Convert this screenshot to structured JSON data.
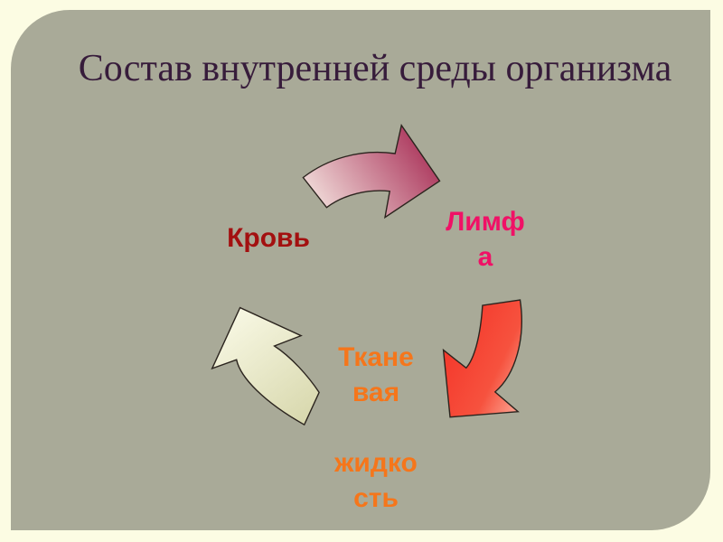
{
  "page": {
    "background_color": "#FCFCE3"
  },
  "slide": {
    "title": "Состав внутренней среды организма",
    "title_color": "#371C3B",
    "background_color": "#A9AA98",
    "rounded_corners": "top-left and bottom-right"
  },
  "diagram": {
    "type": "cycle",
    "description": "Three curved arrows forming a clockwise cycle between the components of the internal environment",
    "items": [
      {
        "label": "Кровь",
        "wrapped_lines": "Кровь",
        "color": "#A31010"
      },
      {
        "label": "Лимфа",
        "wrapped_lines": "Лимф\nа",
        "color": "#F01166"
      },
      {
        "label": "Тканевая жидкость",
        "wrapped_lines": "Ткане\nвая\n\nжидко\nсть",
        "color": "#F5761B"
      }
    ],
    "arrows": {
      "outline_color": "#2B241E",
      "blood_to_lymph": {
        "description": "curved arrow pointing right",
        "gradient_from": "#F6E9E3",
        "gradient_to": "#A82E56"
      },
      "lymph_to_tissue": {
        "description": "curved arrow pointing down-left",
        "gradient_from": "#F43227",
        "gradient_mid": "#F6523E",
        "gradient_to": "#FFD8C8"
      },
      "tissue_to_blood": {
        "description": "curved arrow pointing up-left",
        "gradient_from": "#F8F8E4",
        "gradient_to": "#D6D6AA"
      }
    }
  }
}
